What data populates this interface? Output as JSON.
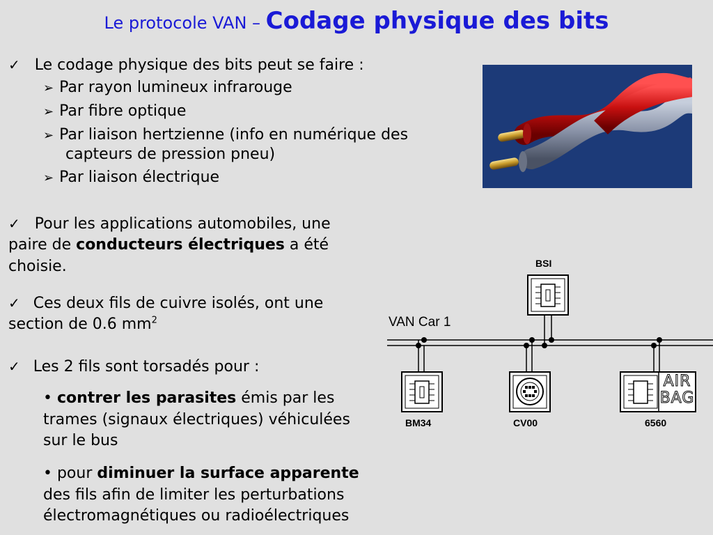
{
  "title": {
    "part1": "Le protocole VAN",
    "dash": " – ",
    "part2": "Codage physique des bits"
  },
  "check_mark": "✓",
  "bullet_arrow": "➢",
  "section1": {
    "intro": "Le codage physique des bits peut se faire :",
    "items": [
      "Par rayon lumineux infrarouge",
      "Par fibre optique",
      "Par liaison hertzienne (info en numérique des",
      "capteurs de pression pneu)",
      "Par liaison électrique"
    ]
  },
  "section2": {
    "line1": "Pour les applications automobiles, une",
    "line2_pre": "paire de ",
    "line2_bold": "conducteurs électriques",
    "line2_post": " a été",
    "line3": "choisie."
  },
  "section3": {
    "line1": "Ces deux fils de cuivre isolés, ont une",
    "line2": "section de 0.6 mm",
    "sup": "2"
  },
  "section4": {
    "intro": "Les 2 fils sont torsadés pour :",
    "bullet1_pre": "• ",
    "bullet1_bold": "contrer les parasites",
    "bullet1_post": " émis par les",
    "bullet1_line2": "trames (signaux électriques) véhiculées",
    "bullet1_line3": "sur le bus",
    "bullet2_pre": "• pour ",
    "bullet2_bold": "diminuer la surface apparente",
    "bullet2_line2": "des fils afin de limiter les perturbations",
    "bullet2_line3": "électromagnétiques ou radioélectriques"
  },
  "diagram": {
    "bus_label": "VAN Car 1",
    "ecu_top": "BSI",
    "ecu_1": "BM34",
    "ecu_2": "CV00",
    "ecu_3": "6560",
    "airbag_line1": "AIR",
    "airbag_line2": "BAG"
  },
  "colors": {
    "title": "#1a1ad6",
    "background": "#e0e0e0",
    "wire_red": "#c81010",
    "wire_grey": "#8a93a8"
  }
}
